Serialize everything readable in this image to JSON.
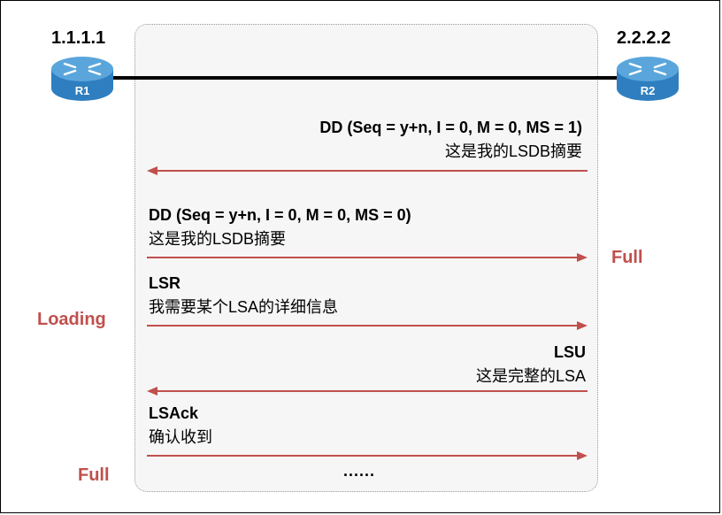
{
  "routers": {
    "r1": {
      "label": "R1",
      "id": "1.1.1.1"
    },
    "r2": {
      "label": "R2",
      "id": "2.2.2.2"
    }
  },
  "messages": [
    {
      "title": "DD (Seq = y+n, I = 0, M = 0, MS = 1)",
      "subtitle": "这是我的LSDB摘要",
      "direction": "R2→R1"
    },
    {
      "title": "DD (Seq = y+n, I = 0, M = 0, MS = 0)",
      "subtitle": "这是我的LSDB摘要",
      "direction": "R1→R2"
    },
    {
      "title": "LSR",
      "subtitle": "我需要某个LSA的详细信息",
      "direction": "R1→R2"
    },
    {
      "title": "LSU",
      "subtitle": "这是完整的LSA",
      "direction": "R2→R1"
    },
    {
      "title": "LSAck",
      "subtitle": "确认收到",
      "direction": "R1→R2"
    }
  ],
  "states": {
    "r2_full": "Full",
    "r1_loading": "Loading",
    "r1_full": "Full"
  },
  "ellipsis": "......",
  "colors": {
    "arrow": "#c0504d",
    "state_text": "#c0504d",
    "router_top": "#5aa6dc",
    "router_side": "#2f7fc0"
  }
}
